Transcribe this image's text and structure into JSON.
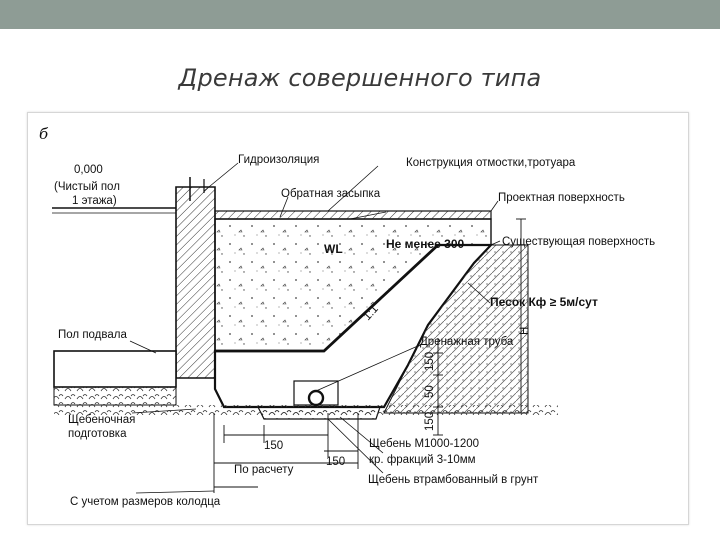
{
  "slide": {
    "title": "Дренаж совершенного типа"
  },
  "figure": {
    "letter": "б",
    "labels": {
      "level_zero": "0,000",
      "clean_floor_1": "(Чистый пол",
      "clean_floor_2": "1 этажа)",
      "waterproofing": "Гидроизоляция",
      "pavement": "Конструкция отмостки,тротуара",
      "backfill": "Обратная засыпка",
      "design_surface": "Проектная поверхность",
      "wl": "WL",
      "not_less": "Не менее 300",
      "existing_surface": "Существующая поверхность",
      "sand": "Песок Кф ≥ 5м/сут",
      "slope": "1:1",
      "basement_floor": "Пол подвала",
      "drain_pipe": "Дренажная труба",
      "dim_h": "H",
      "dim_150_a": "150",
      "dim_50": "50",
      "dim_150_b": "150",
      "gravel_prep_1": "Щебеночная",
      "gravel_prep_2": "подготовка",
      "dim_150_c": "150",
      "crushed_stone_1": "Щебень М1000-1200",
      "crushed_stone_2": "кр. фракций 3-10мм",
      "by_calc": "По расчету",
      "dim_150_d": "150",
      "compacted_stone": "Щебень втрамбованный в грунт",
      "well_sizes": "С учетом размеров колодца"
    }
  }
}
